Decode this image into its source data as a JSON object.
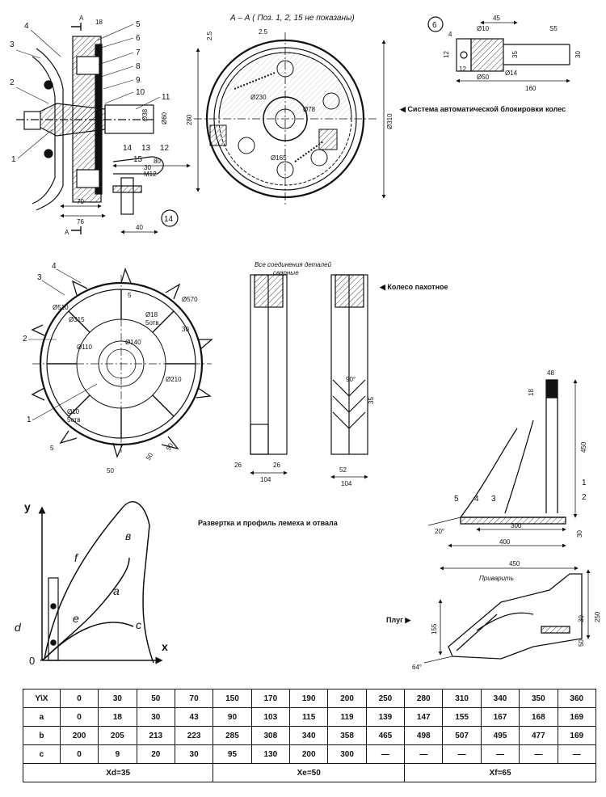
{
  "section_title": "А – А  ( Поз. 1, 2, 15 не показаны)",
  "caption_brake": "Система автоматической блокировки колес",
  "caption_wheel": "Колесо пахотное",
  "caption_welded": "Все соединения деталей сварные",
  "caption_unfold": "Развертка и профиль лемеха и отвала",
  "caption_plough": "Плуг",
  "caption_weld": "Приварить",
  "brake_callouts": [
    "1",
    "2",
    "3",
    "4",
    "5",
    "6",
    "7",
    "8",
    "9",
    "10",
    "11",
    "12",
    "13",
    "14",
    "15"
  ],
  "brake_dims": {
    "d1": "18",
    "d2": "30",
    "d3": "Ø38",
    "d4": "Ø60",
    "d5": "70",
    "d6": "76",
    "d7": "80",
    "d8": "M12",
    "d9": "40",
    "d10": "A",
    "d11": "14"
  },
  "section_dims": {
    "d1": "2.5",
    "d2": "2.5",
    "d3": "Ø230",
    "d4": "Ø78",
    "d5": "Ø165",
    "d6": "280",
    "d7": "Ø310"
  },
  "part6_dims": {
    "num": "6",
    "d1": "45",
    "d2": "Ø10",
    "d3": "S5",
    "d4": "4",
    "d5": "12",
    "d6": "35",
    "d7": "30",
    "d8": "12",
    "d9": "Ø14",
    "d10": "Ø50",
    "d11": "160"
  },
  "wheel_callouts": [
    "1",
    "2",
    "3",
    "4"
  ],
  "wheel_dims": {
    "d1": "Ø510",
    "d2": "Ø315",
    "d3": "Ø570",
    "d4": "Ø18",
    "d5": "5отв",
    "d6": "Ø110",
    "d7": "Ø140",
    "d8": "Ø210",
    "d9": "Ø10",
    "d10": "5отв",
    "d11": "5",
    "d12": "5",
    "d13": "50",
    "d14": "50",
    "d15": "50",
    "d16": "30"
  },
  "profile_dims": {
    "d1": "26",
    "d2": "26",
    "d3": "104",
    "d4": "52",
    "d5": "104",
    "d6": "90°",
    "d7": "35"
  },
  "share_dims": {
    "d1": "48",
    "d2": "18",
    "d3": "450",
    "d4": "20°",
    "d5": "300",
    "d6": "400",
    "d7": "30"
  },
  "share_callouts": [
    "1",
    "2",
    "3",
    "4",
    "5"
  ],
  "plough_dims": {
    "d1": "450",
    "d2": "30",
    "d3": "250",
    "d4": "155",
    "d5": "50",
    "d6": "64°"
  },
  "graph_labels": {
    "y": "y",
    "x": "x",
    "o": "0",
    "a": "a",
    "b": "в",
    "c": "c",
    "d": "d",
    "e": "e",
    "f": "f"
  },
  "table": {
    "header": [
      "Y\\X",
      "0",
      "30",
      "50",
      "70",
      "150",
      "170",
      "190",
      "200",
      "250",
      "280",
      "310",
      "340",
      "350",
      "360"
    ],
    "rows": [
      [
        "a",
        "0",
        "18",
        "30",
        "43",
        "90",
        "103",
        "115",
        "119",
        "139",
        "147",
        "155",
        "167",
        "168",
        "169"
      ],
      [
        "b",
        "200",
        "205",
        "213",
        "223",
        "285",
        "308",
        "340",
        "358",
        "465",
        "498",
        "507",
        "495",
        "477",
        "169"
      ],
      [
        "c",
        "0",
        "9",
        "20",
        "30",
        "95",
        "130",
        "200",
        "300",
        "—",
        "—",
        "—",
        "—",
        "—",
        "—"
      ]
    ],
    "footer": [
      "Xd=35",
      "Xe=50",
      "Xf=65"
    ]
  }
}
